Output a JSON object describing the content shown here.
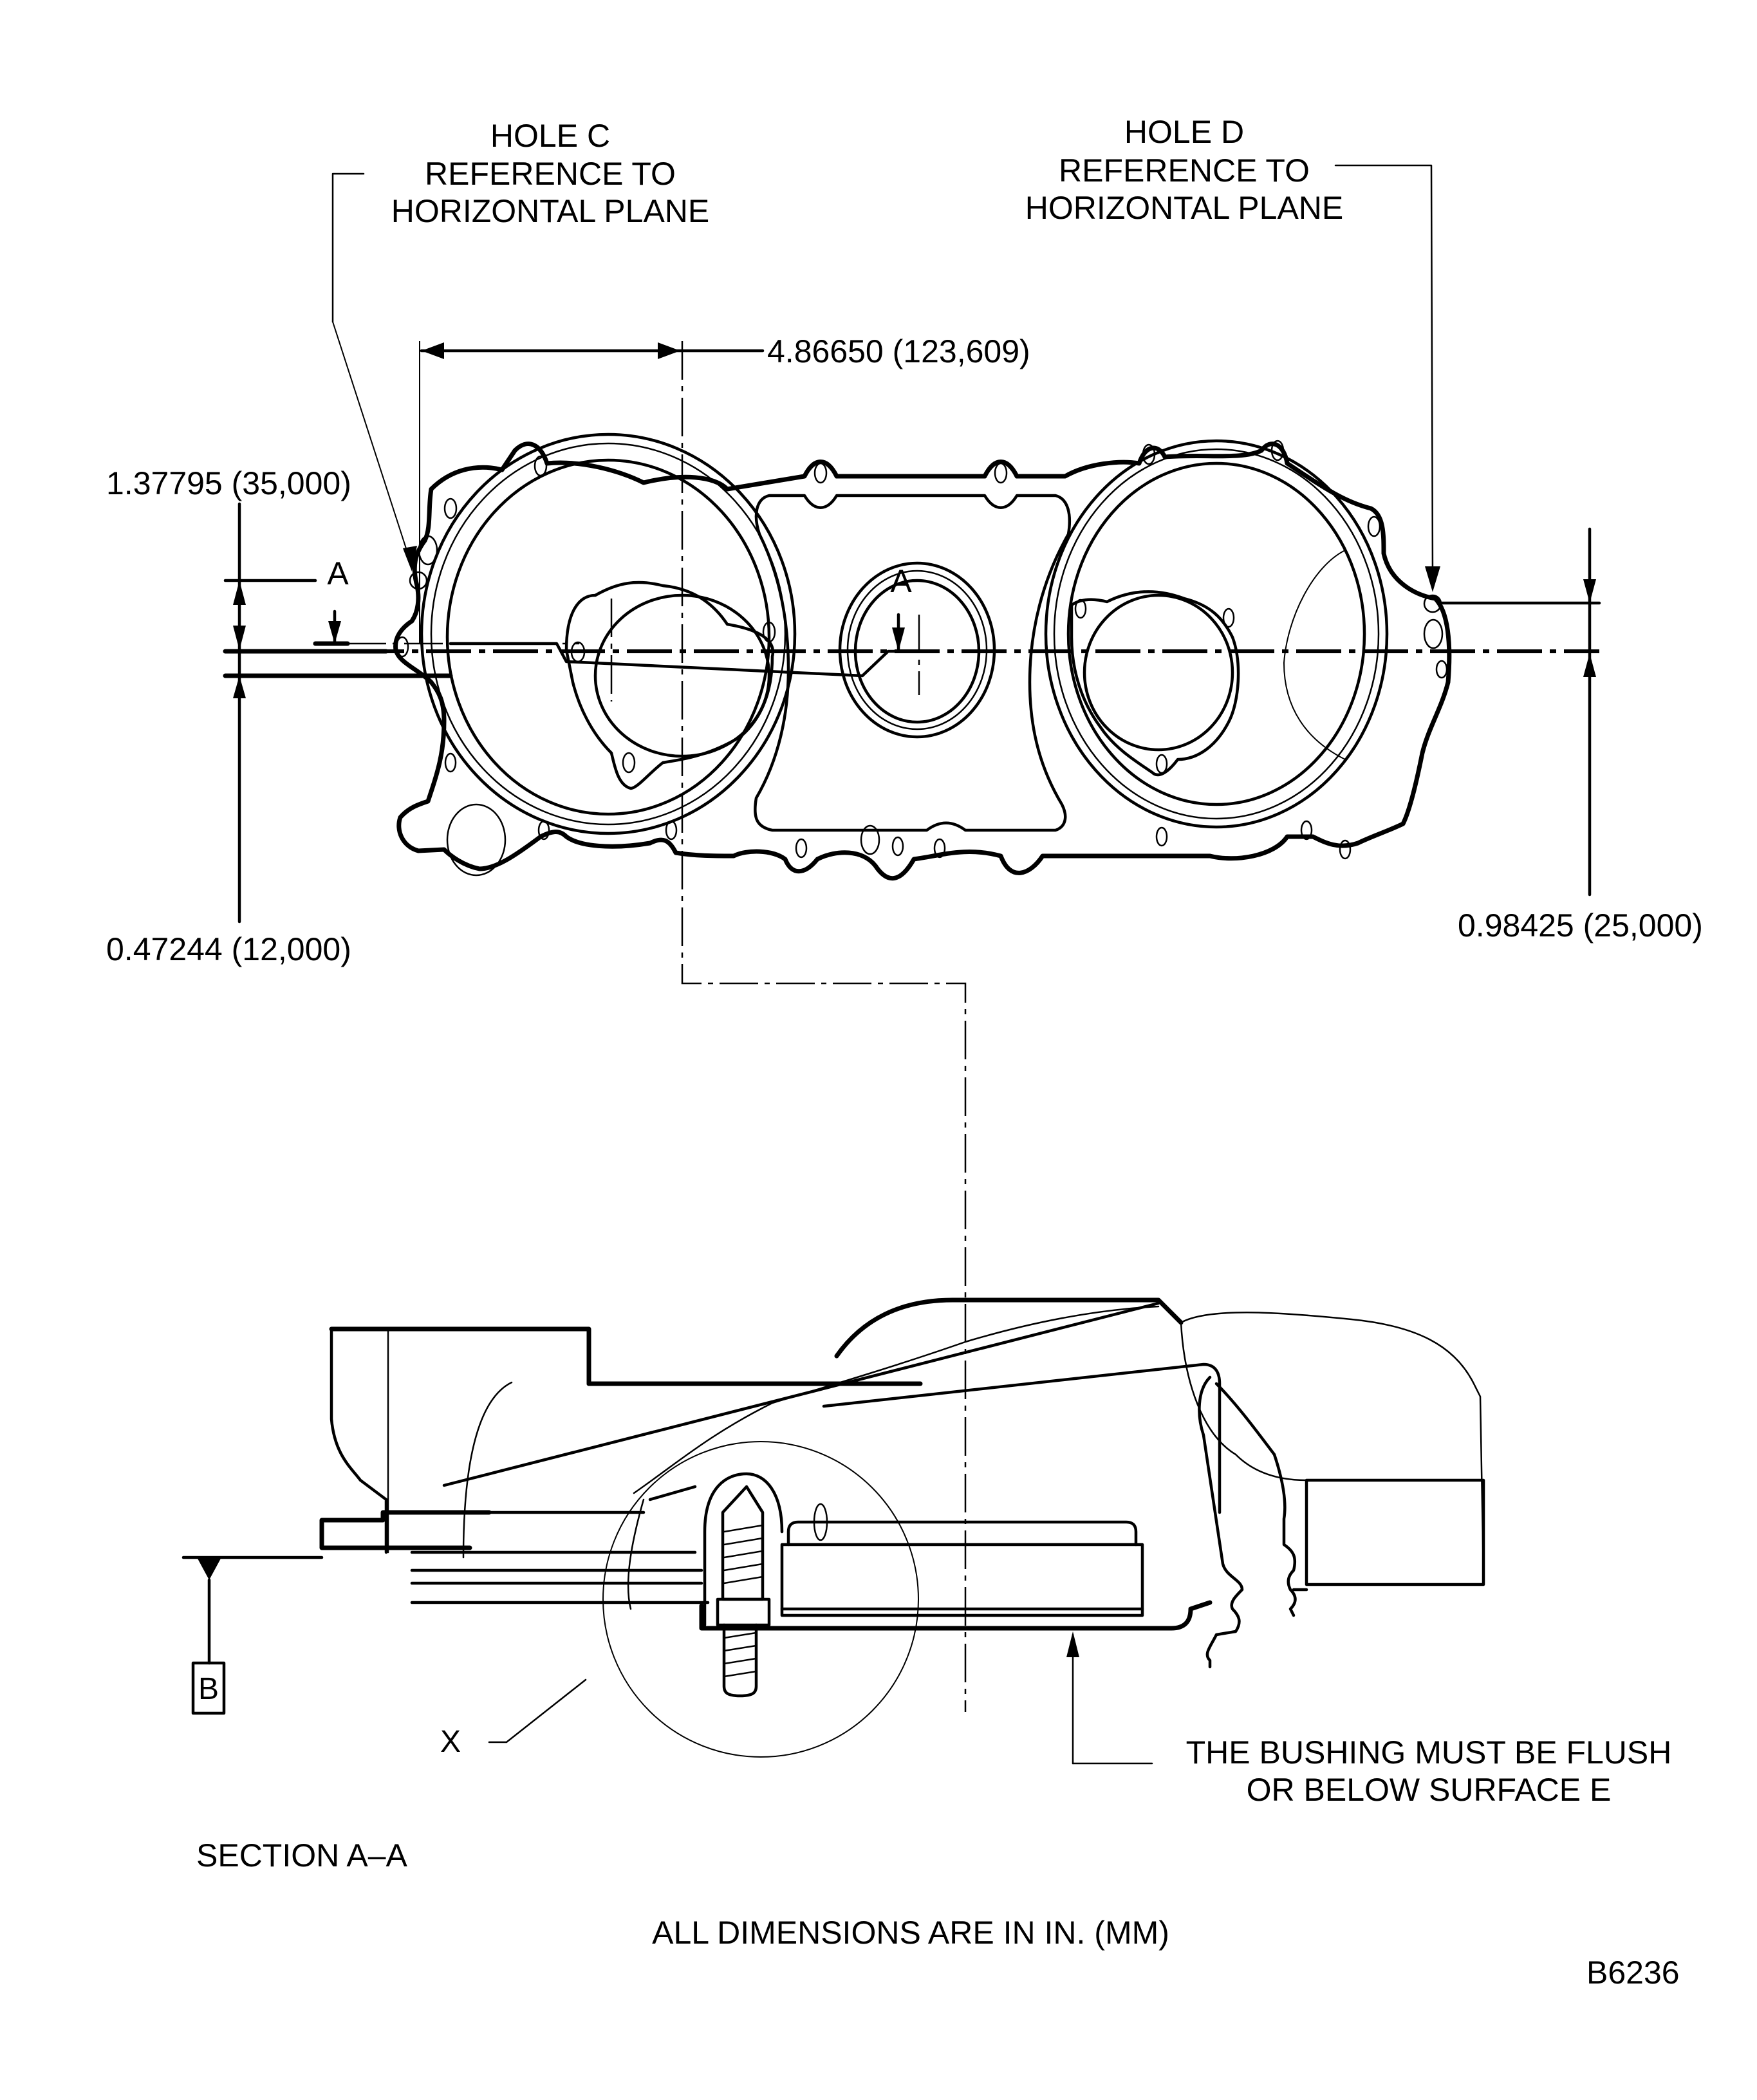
{
  "drawing": {
    "top_view": {
      "hole_c_callout": [
        "HOLE C",
        "REFERENCE TO",
        "HORIZONTAL PLANE"
      ],
      "hole_d_callout": [
        "HOLE D",
        "REFERENCE TO",
        "HORIZONTAL PLANE"
      ],
      "dimensions": {
        "horizontal_offset": "4.86650 (123,609)",
        "vertical_hole_c": "1.37795 (35,000)",
        "vertical_lower_left": "0.47244 (12,000)",
        "vertical_hole_d": "0.98425 (25,000)"
      },
      "section_marker_left": "A",
      "section_marker_right": "A"
    },
    "section_view": {
      "datum_label": "B",
      "detail_label": "X",
      "bushing_note": [
        "THE BUSHING MUST BE FLUSH",
        "OR BELOW SURFACE E"
      ],
      "section_title": "SECTION A–A"
    },
    "footer": {
      "units_note": "ALL DIMENSIONS ARE IN IN. (MM)",
      "figure_id": "B6236"
    }
  }
}
